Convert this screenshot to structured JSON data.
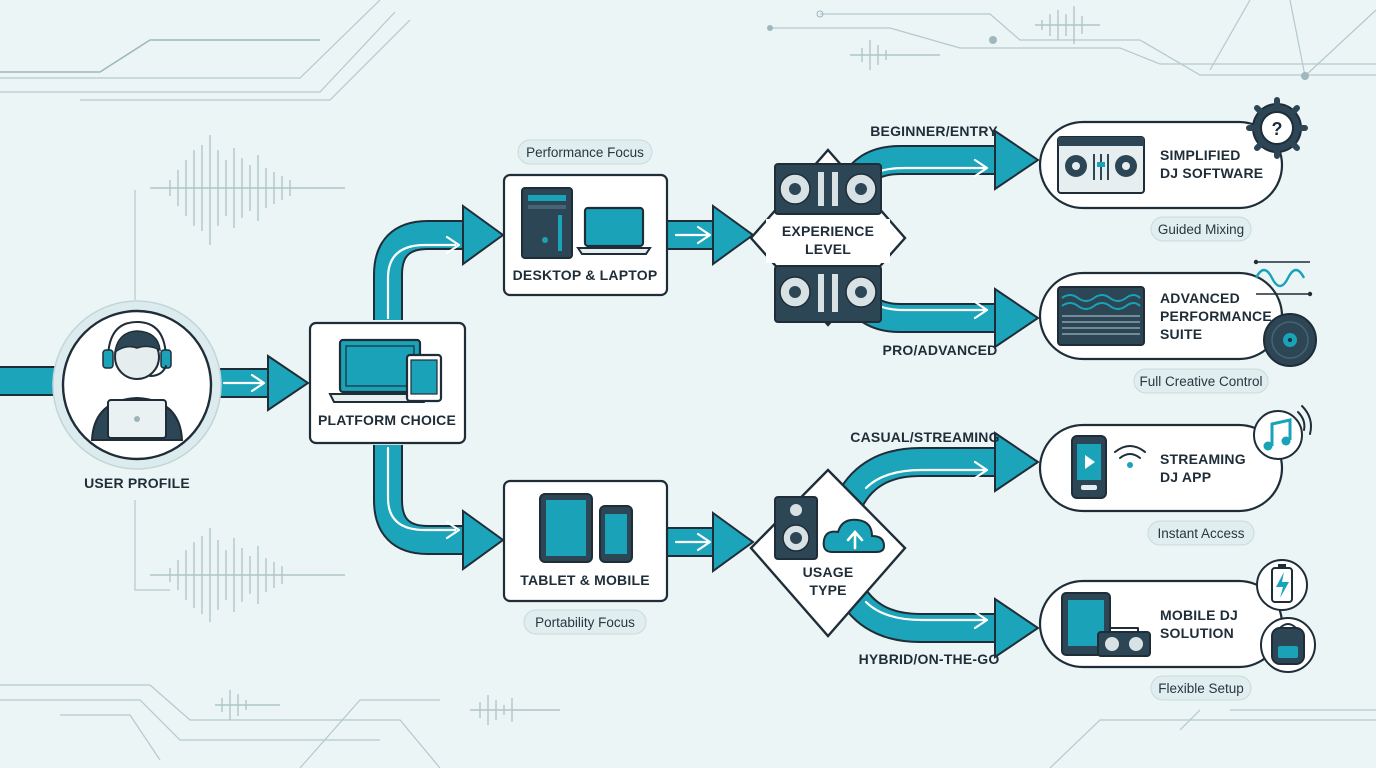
{
  "nodes": {
    "user_profile": "USER PROFILE",
    "platform_choice": "PLATFORM CHOICE",
    "desktop_laptop": "DESKTOP & LAPTOP",
    "tablet_mobile": "TABLET & MOBILE",
    "experience_level": [
      "EXPERIENCE",
      "LEVEL"
    ],
    "usage_type": [
      "USAGE",
      "TYPE"
    ],
    "simplified": [
      "SIMPLIFIED",
      "DJ SOFTWARE"
    ],
    "advanced": [
      "ADVANCED",
      "PERFORMANCE",
      "SUITE"
    ],
    "streaming": [
      "STREAMING",
      "DJ APP"
    ],
    "mobile_dj": [
      "MOBILE DJ",
      "SOLUTION"
    ]
  },
  "tags": {
    "performance_focus": "Performance Focus",
    "portability_focus": "Portability Focus",
    "guided_mixing": "Guided Mixing",
    "full_creative_control": "Full Creative Control",
    "instant_access": "Instant Access",
    "flexible_setup": "Flexible Setup"
  },
  "branches": {
    "beginner": "BEGINNER/ENTRY",
    "pro": "PRO/ADVANCED",
    "casual": "CASUAL/STREAMING",
    "hybrid": "HYBRID/ON-THE-GO"
  },
  "colors": {
    "accent": "#1ba4ba",
    "ink": "#1f2d38",
    "background": "#ebf5f5"
  },
  "icons": [
    "headset-user-icon",
    "laptop-tablet-icon",
    "desktop-tower-icon",
    "laptop-icon",
    "tablet-icon",
    "phone-icon",
    "dj-controller-icon",
    "speaker-icon",
    "cloud-upload-icon",
    "question-gear-icon",
    "waveform-icon",
    "vinyl-icon",
    "music-note-icon",
    "battery-icon",
    "backpack-icon",
    "wifi-icon"
  ]
}
